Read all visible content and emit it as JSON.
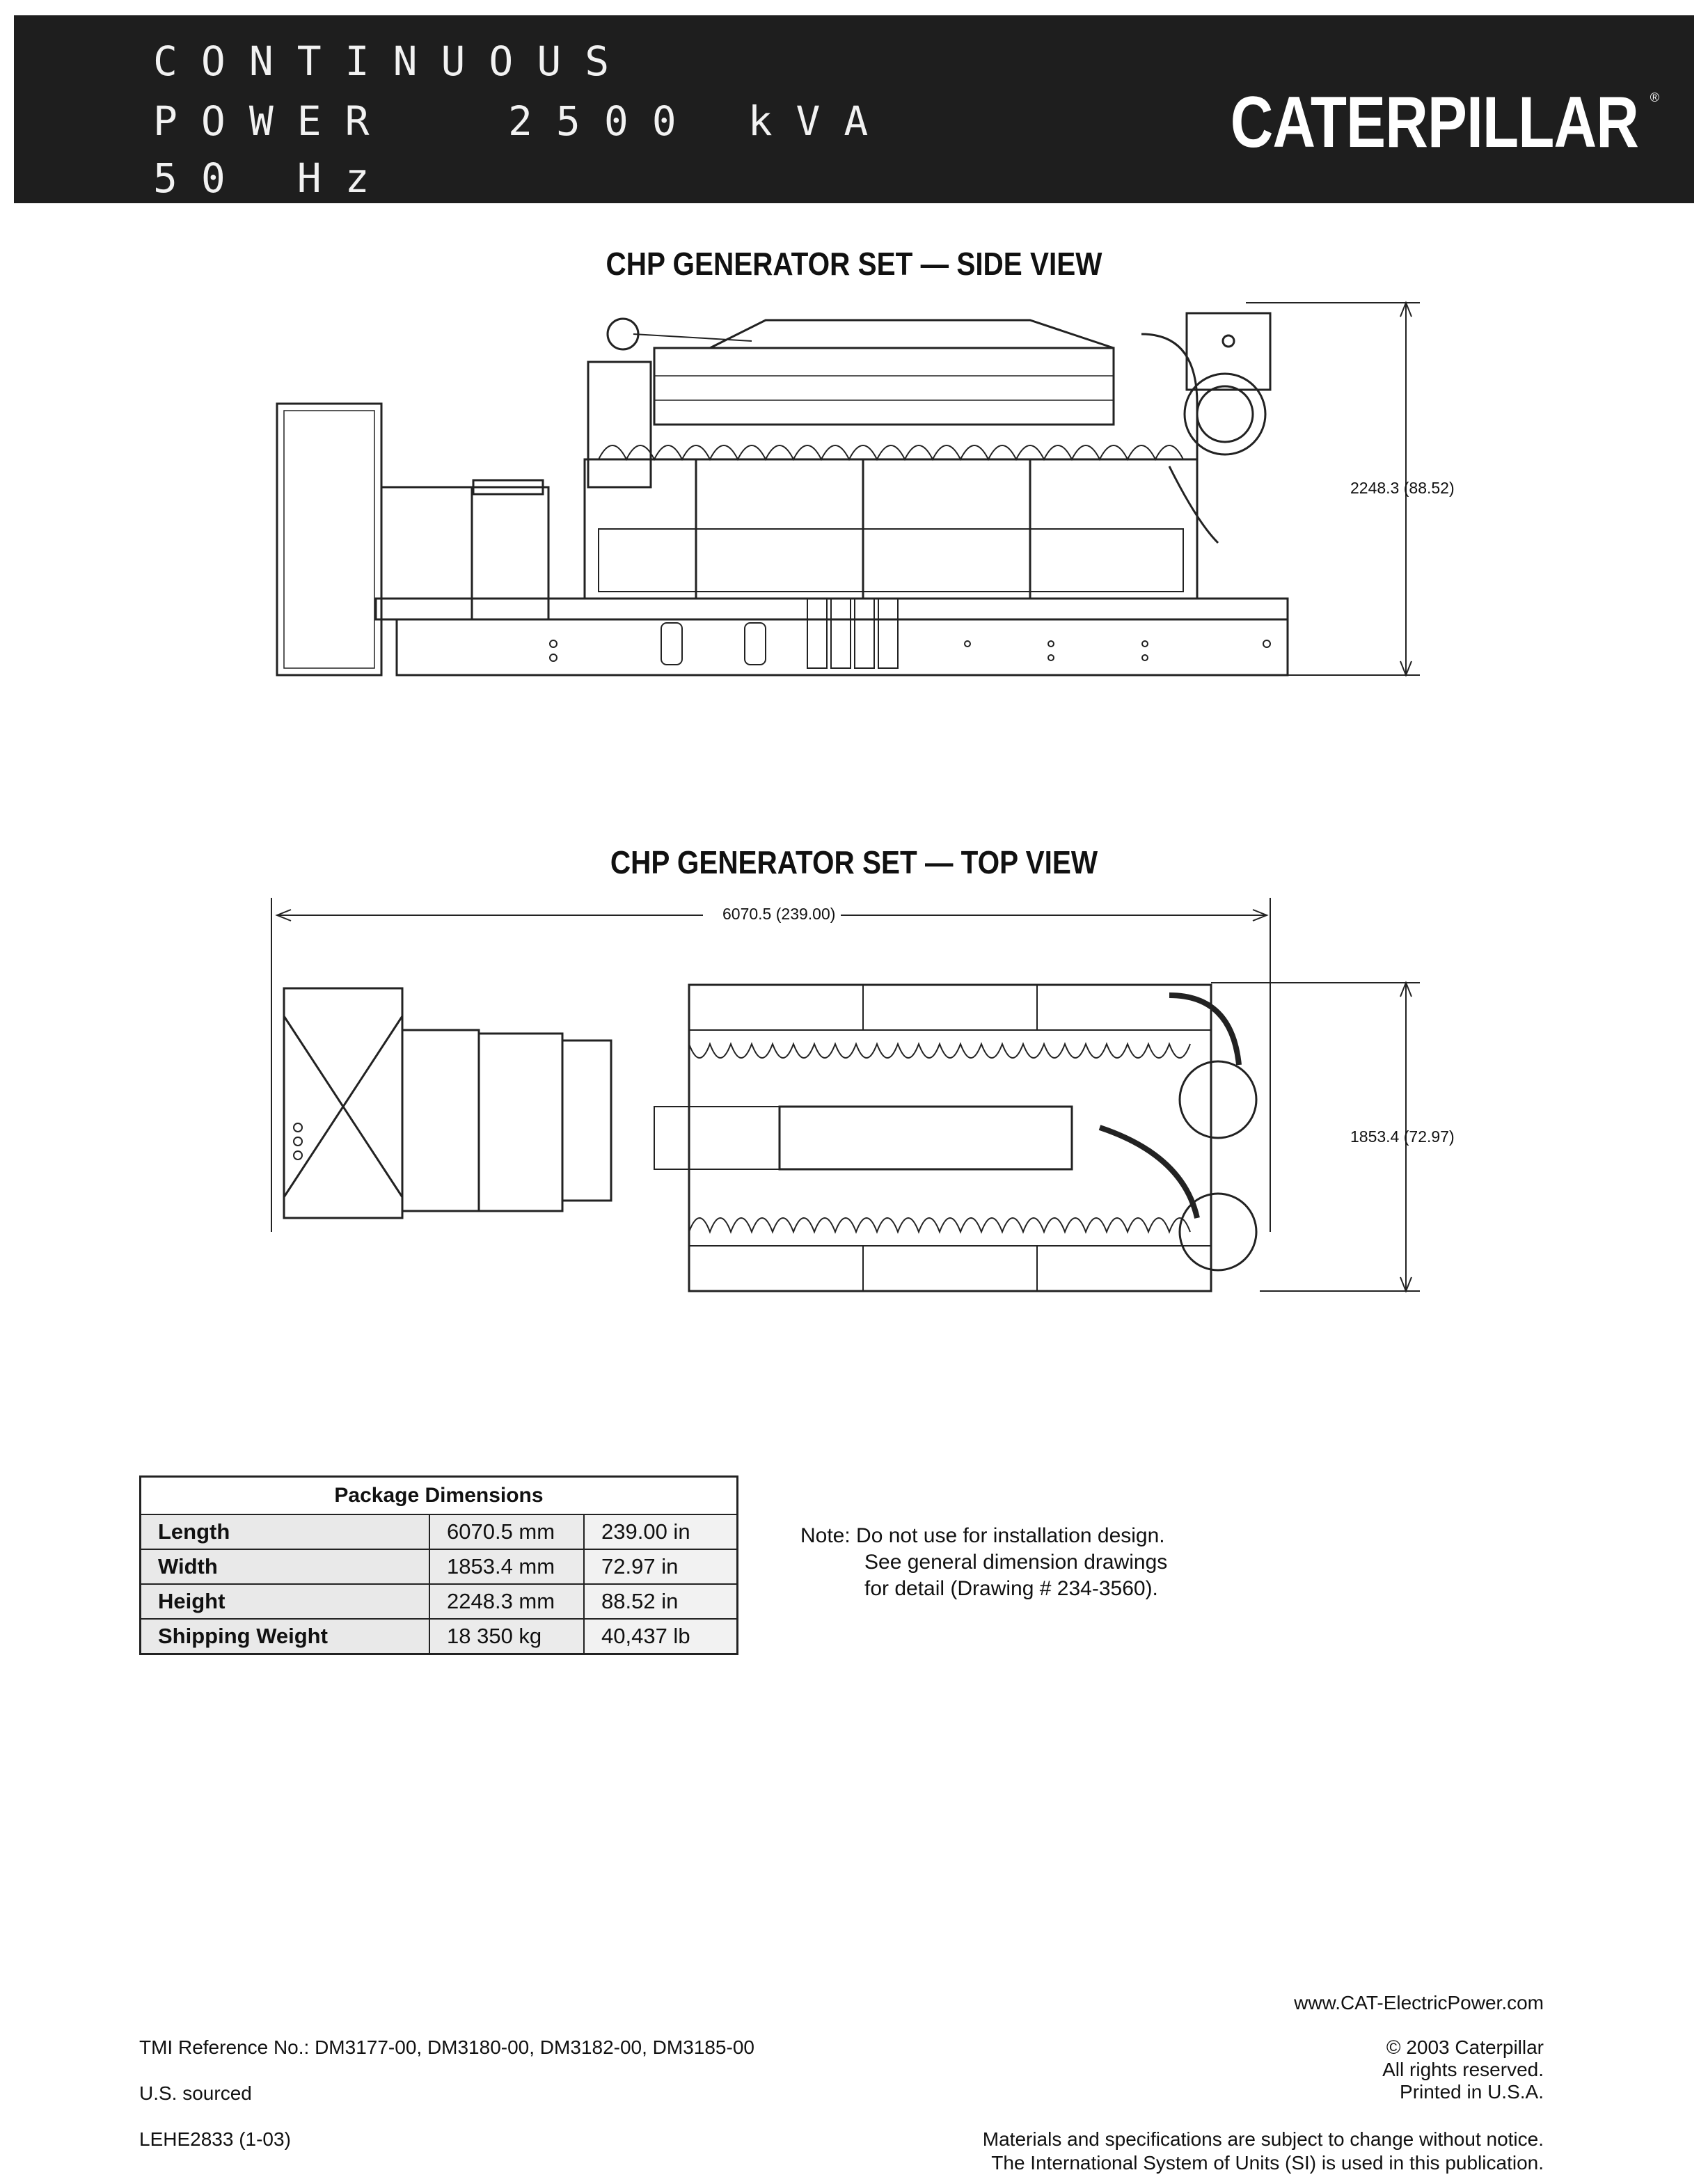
{
  "header": {
    "line1": "CONTINUOUS",
    "line2_left": "POWER",
    "line2_right": "2500 kVA",
    "line3": "50 Hz",
    "brand": "CATERPILLAR"
  },
  "side_view": {
    "title": "CHP GENERATOR SET — SIDE VIEW",
    "height_dim": "2248.3 (88.52)"
  },
  "top_view": {
    "title": "CHP GENERATOR SET — TOP VIEW",
    "length_dim": "6070.5 (239.00)",
    "width_dim": "1853.4 (72.97)"
  },
  "package_dimensions": {
    "title": "Package Dimensions",
    "rows": [
      {
        "label": "Length",
        "mm": "6070.5 mm",
        "in": "239.00 in"
      },
      {
        "label": "Width",
        "mm": "1853.4 mm",
        "in": "72.97 in"
      },
      {
        "label": "Height",
        "mm": "2248.3 mm",
        "in": "88.52 in"
      },
      {
        "label": "Shipping Weight",
        "mm": "18 350 kg",
        "in": "40,437 lb"
      }
    ]
  },
  "note": {
    "line1": "Note: Do not use for installation design.",
    "line2": "See general dimension drawings",
    "line3": "for detail (Drawing # 234-3560)."
  },
  "footer": {
    "website": "www.CAT-ElectricPower.com",
    "tmi": "TMI Reference No.: DM3177-00, DM3180-00, DM3182-00, DM3185-00",
    "sourced": "U.S. sourced",
    "doc_no": "LEHE2833 (1-03)",
    "copyright": "© 2003 Caterpillar",
    "rights": "All rights reserved.",
    "printed": "Printed in U.S.A.",
    "disclaimer1": "Materials and specifications are subject to change without notice.",
    "disclaimer2": "The International System of Units (SI) is used in this publication."
  }
}
